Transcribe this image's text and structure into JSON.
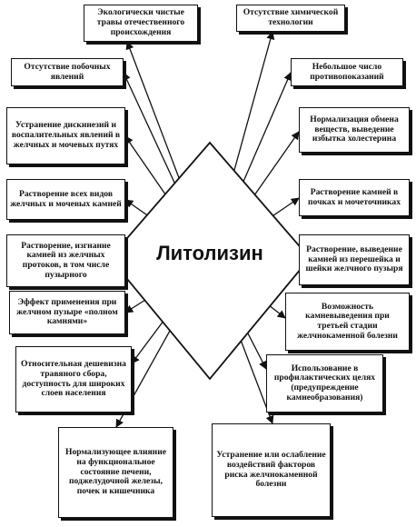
{
  "center": {
    "title": "Литолизин"
  },
  "boxes": [
    {
      "id": "ecological-herbs",
      "text": "Экологически чистые травы отечественного происхождения"
    },
    {
      "id": "no-chemical-tech",
      "text": "Отсутствие химической технологии"
    },
    {
      "id": "no-side-effects",
      "text": "Отсутствие побочных явлений"
    },
    {
      "id": "few-contraindications",
      "text": "Небольшое число противопоказаний"
    },
    {
      "id": "dyskinesia-elimination",
      "text": "Устранение дискинезий и воспалительных явлений в желчных и мочевых путях"
    },
    {
      "id": "metabolism-normalization",
      "text": "Нормализация обмена веществ, выведение избытка холестерина"
    },
    {
      "id": "dissolve-all-stones",
      "text": "Растворение всех видов желчных и мочевых камней"
    },
    {
      "id": "dissolve-kidney-stones",
      "text": "Растворение камней в почках и мочеточниках"
    },
    {
      "id": "bile-duct-stones",
      "text": "Растворение, изгнание камней из желчных протоков, в том числе пузырного"
    },
    {
      "id": "gallbladder-neck-stones",
      "text": "Растворение, выведение камней из перешейка и шейки желчного пузыря"
    },
    {
      "id": "full-gallbladder",
      "text": "Эффект применения при желчном пузыре «полном камнями»"
    },
    {
      "id": "third-stage",
      "text": "Возможность камневыведения при третьей стадии желчнокаменной болезни"
    },
    {
      "id": "low-cost",
      "text": "Относительная дешевизна травяного сбора, доступность для широких слоев населения"
    },
    {
      "id": "prevention",
      "text": "Использование в профилактических целях (предупреждение камнеобразования)"
    },
    {
      "id": "normalizing-influence",
      "text": "Нормализующее влияние на функциональное состояние печени, поджелудочной железы, почек и кишечника"
    },
    {
      "id": "risk-factors",
      "text": "Устранение или ослабление воздействий факторов риска желчнокаменной болезни"
    }
  ]
}
